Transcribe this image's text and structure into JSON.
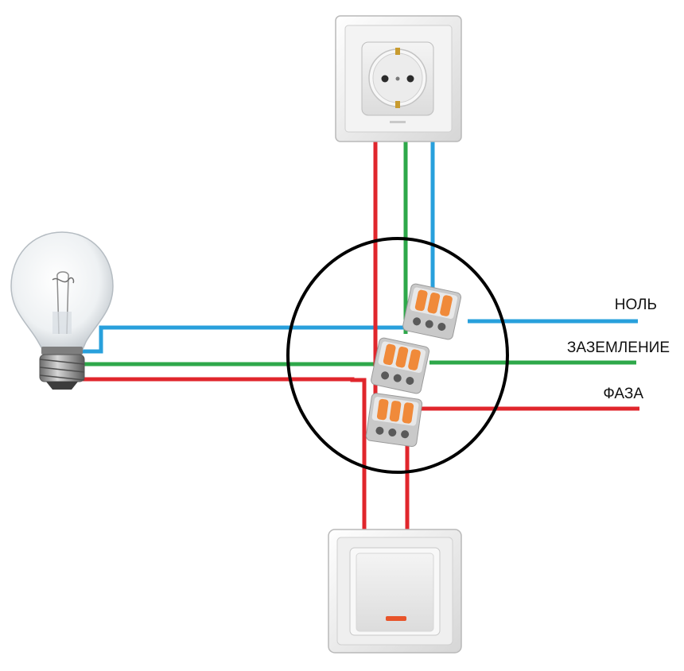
{
  "labels": {
    "neutral": "НОЛЬ",
    "ground": "ЗАЗЕМЛЕНИЕ",
    "phase": "ФАЗА"
  },
  "colors": {
    "phase_wire": "#e0262c",
    "neutral_wire": "#28a0dc",
    "ground_wire": "#2ea84a",
    "junction_box": "#000000",
    "connector_orange": "#f08a3a",
    "connector_body": "#c9c9c9"
  },
  "components": {
    "socket": "socket-icon",
    "switch": "light-switch-icon",
    "bulb": "light-bulb-icon",
    "connectors": [
      "wago-connector-icon",
      "wago-connector-icon",
      "wago-connector-icon"
    ]
  }
}
